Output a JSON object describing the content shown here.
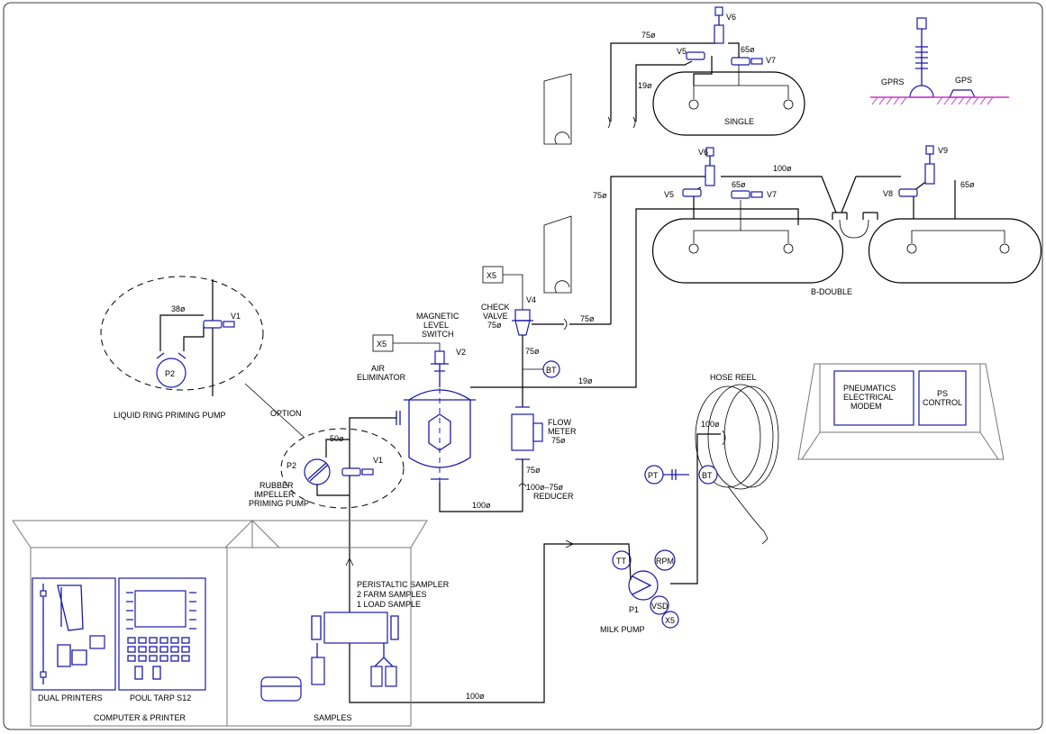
{
  "labels": {
    "v6_top": "V6",
    "p75_top": "75ø",
    "v5_top": "V5",
    "p65_top": "65ø",
    "v7_top": "V7",
    "p19_top": "19ø",
    "single": "SINGLE",
    "gprs": "GPRS",
    "gps": "GPS",
    "v6_mid": "V6",
    "p100_mid": "100ø",
    "p75_mid": "75ø",
    "v5_mid": "V5",
    "p65_mid": "65ø",
    "v7_mid": "V7",
    "v9": "V9",
    "v8": "V8",
    "p65_right": "65ø",
    "bdouble": "B-DOUBLE",
    "x5_top": "X5",
    "v4": "V4",
    "check1": "CHECK",
    "check2": "VALVE",
    "check3": "75ø",
    "p75_cv": "75ø",
    "p75_cv2": "75ø",
    "mag1": "MAGNETIC",
    "mag2": "LEVEL",
    "mag3": "SWITCH",
    "x5_mid": "X5",
    "v2": "V2",
    "air1": "AIR",
    "air2": "ELIMINATOR",
    "bt_mid": "BT",
    "p19_mid": "19ø",
    "fm1": "FLOW",
    "fm2": "METER",
    "fm3": "75ø",
    "p75_low": "75ø",
    "red1": "100ø–75ø",
    "red2": "REDUCER",
    "p100_low": "100ø",
    "p38": "38ø",
    "v1_top": "V1",
    "p2_top": "P2",
    "lrpp": "LIQUID RING PRIMING PUMP",
    "option": "OPTION",
    "p50": "50ø",
    "p2_low": "P2",
    "v1_low": "V1",
    "rub1": "RUBBER",
    "rub2": "IMPELLER",
    "rub3": "PRIMING PUMP",
    "hose": "HOSE REEL",
    "p100_reel": "100ø",
    "pt": "PT",
    "bt_low": "BT",
    "tt": "TT",
    "rpm": "RPM",
    "p1": "P1",
    "vsd": "VSD",
    "x5_low": "X5",
    "milk": "MILK PUMP",
    "ps1": "PERISTALTIC SAMPLER",
    "ps2": "2 FARM SAMPLES",
    "ps3": "1 LOAD SAMPLE",
    "p100_bottom": "100ø",
    "dual": "DUAL PRINTERS",
    "poul": "POUL TARP S12",
    "cp": "COMPUTER & PRINTER",
    "samples": "SAMPLES",
    "pn1": "PNEUMATICS",
    "pn2": "ELECTRICAL",
    "pn3": "MODEM",
    "psc1": "PS",
    "psc2": "CONTROL"
  },
  "colors": {
    "line": "#000000",
    "equipment": "#1a1aa8",
    "ground": "#cc33cc"
  }
}
